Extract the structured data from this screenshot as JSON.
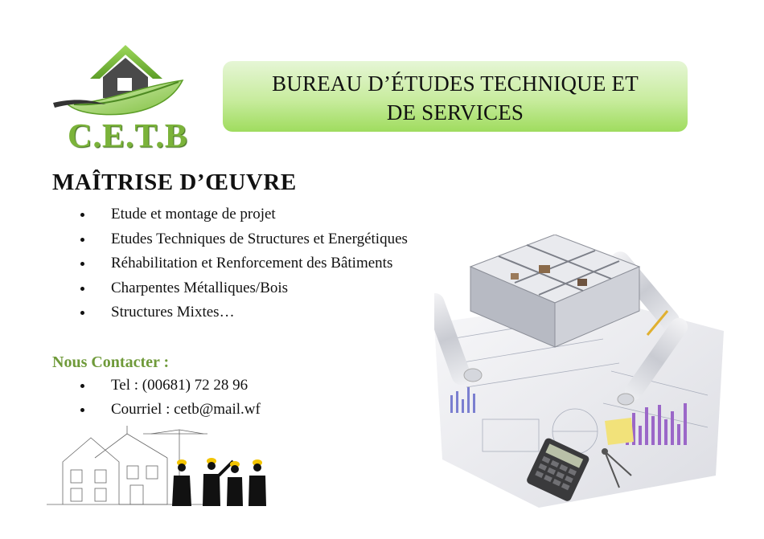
{
  "logo": {
    "text": "C.E.T.B"
  },
  "banner": {
    "line1": "BUREAU D’ÉTUDES TECHNIQUE ET",
    "line2": "DE SERVICES"
  },
  "maitrise": {
    "heading": "MAÎTRISE D’ŒUVRE",
    "items": [
      "Etude et montage de projet",
      "Etudes Techniques de Structures et Energétiques",
      "Réhabilitation et Renforcement des Bâtiments",
      "Charpentes Métalliques/Bois",
      "Structures Mixtes…"
    ]
  },
  "contact": {
    "heading": "Nous Contacter :",
    "items": [
      "Tel : (00681) 72 28 96",
      "Courriel : cetb@mail.wf"
    ]
  },
  "colors": {
    "logo_green": "#7bb33a",
    "banner_gradient_top": "#e6f6d6",
    "banner_gradient_bottom": "#9fdc5e",
    "contact_heading": "#6f9a3a"
  }
}
